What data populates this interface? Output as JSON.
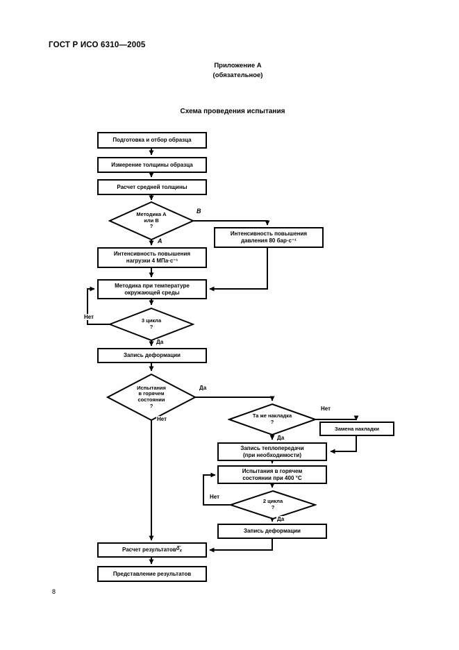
{
  "page": {
    "doc_number": "ГОСТ Р ИСО 6310—2005",
    "annex_title": "Приложение А",
    "annex_type": "(обязательное)",
    "chart_title": "Схема проведения испытания",
    "page_number": "8"
  },
  "flowchart": {
    "nodes": {
      "prepare": "Подготовка и отбор образца",
      "measure": "Измерение толщины образца",
      "calc_avg": "Расчет средней толщины",
      "method_ab": "Методика А\nили В\n?",
      "rate_load": "Интенсивность повышения\nнагрузки 4 МПа·с⁻¹",
      "rate_pressure": "Интенсивность повышения\nдавления 80 бар·с⁻¹",
      "method_ambient": "Методика при температуре\nокружающей среды",
      "cycles3": "3 цикла\n?",
      "record_deform1": "Запись деформации",
      "hot_test_q": "Испытания\nв горячем\nсостоянии\n?",
      "same_pad_q": "Та же накладка\n?",
      "replace_pad": "Замена накладки",
      "record_heat": "Запись теплопередачи\n(при необходимости)",
      "hot_test_400": "Испытания в горячем\nсостоянии при 400 °С",
      "cycles2": "2 цикла\n?",
      "record_deform2": "Запись деформации",
      "calc_results_prefix": "Расчет результатов ",
      "calc_results_symbol": "δ̄",
      "calc_results_sub": "x",
      "present_results": "Представление результатов"
    },
    "edge_labels": {
      "branch_b": "В",
      "branch_a": "А",
      "cycles3_no": "Нет",
      "cycles3_yes": "Да",
      "hot_yes": "Да",
      "hot_no": "Нет",
      "samepad_no": "Нет",
      "samepad_yes": "Да",
      "cycles2_no": "Нет",
      "cycles2_yes": "Да"
    }
  }
}
